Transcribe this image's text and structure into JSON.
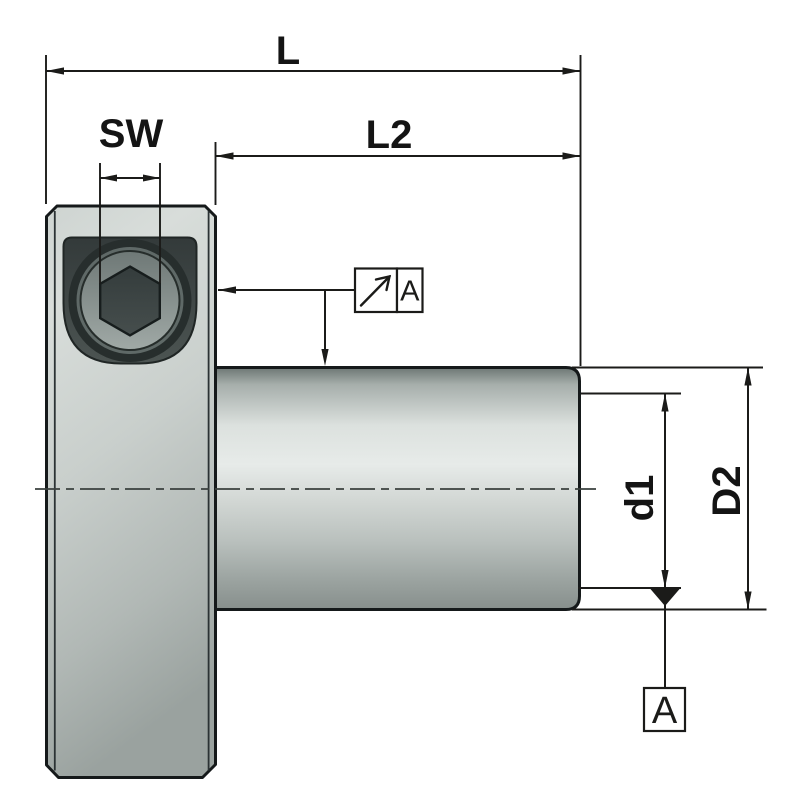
{
  "drawing": {
    "background": "#ffffff",
    "line_color": "#1b1b19",
    "part_colors": {
      "flange_light": "#d8ddda",
      "flange_dark": "#9aa29f",
      "shaft_light": "#e7ebe9",
      "shaft_dark": "#6c7673",
      "socket_recess_dark": "#363d3c",
      "bore_ring_dark": "#272e2d",
      "bore_ring_mid": "#5f6967",
      "bore_face_light": "#a0a9a6",
      "hex_fill": "#3a4243"
    },
    "dimensions": {
      "overall_length": {
        "label": "L"
      },
      "hex_width": {
        "label": "SW"
      },
      "shaft_length": {
        "label": "L2"
      },
      "bore_diameter": {
        "label": "d1"
      },
      "shaft_diameter": {
        "label": "D2"
      }
    },
    "datum": {
      "reference": {
        "label": "A"
      },
      "feature": {
        "label": "A"
      }
    }
  }
}
